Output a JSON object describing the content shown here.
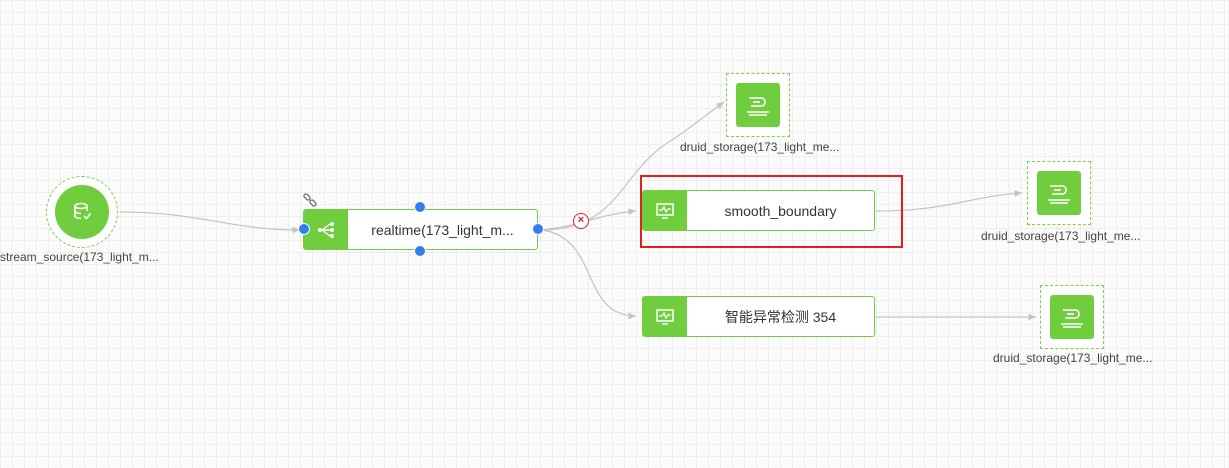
{
  "canvas": {
    "nodes": {
      "stream_source": {
        "label": "stream_source(173_light_m...",
        "icon": "database-icon"
      },
      "realtime": {
        "label": "realtime(173_light_m...",
        "icon": "share-nodes-icon"
      },
      "smooth_boundary": {
        "label": "smooth_boundary",
        "icon": "monitor-chart-icon"
      },
      "anomaly_detect": {
        "label": "智能异常检测 354",
        "icon": "monitor-chart-icon"
      },
      "druid_storage_1": {
        "label": "druid_storage(173_light_me...",
        "icon": "storage-icon"
      },
      "druid_storage_2": {
        "label": "druid_storage(173_light_me...",
        "icon": "storage-icon"
      },
      "druid_storage_3": {
        "label": "druid_storage(173_light_me...",
        "icon": "storage-icon"
      }
    },
    "remove_edge_symbol": "×"
  },
  "colors": {
    "node_green": "#6fcd3e",
    "node_border": "#72cb45",
    "port_blue": "#2f80ed",
    "edge_gray": "#c4c4c4",
    "highlight_red": "#e02020"
  }
}
